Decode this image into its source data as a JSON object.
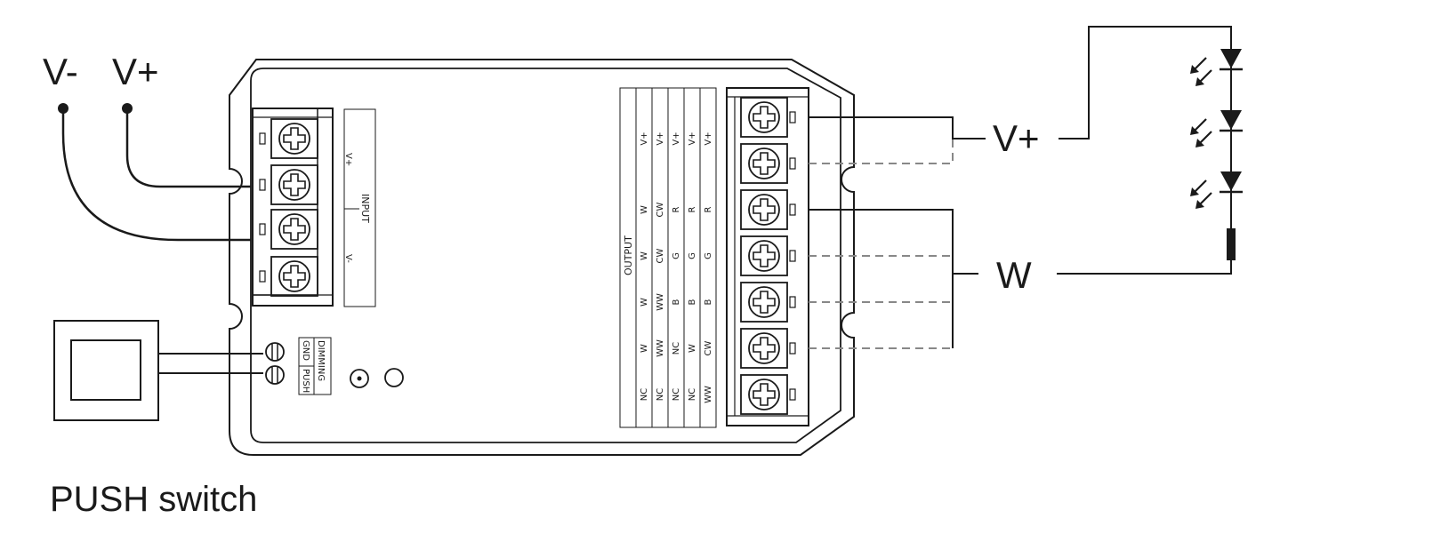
{
  "supply": {
    "v_minus_label": "V-",
    "v_plus_label": "V+"
  },
  "input_panel": {
    "title": "INPUT",
    "v_plus": "V+",
    "v_minus": "V-"
  },
  "switch_panel": {
    "dimming": "DIMMING",
    "gnd": "GND",
    "push": "PUSH"
  },
  "output_panel": {
    "title": "OUTPUT",
    "columns": [
      [
        "V+",
        "W",
        "W",
        "W",
        "W",
        "NC"
      ],
      [
        "V+",
        "CW",
        "CW",
        "WW",
        "WW",
        "NC"
      ],
      [
        "V+",
        "R",
        "G",
        "B",
        "NC",
        "NC"
      ],
      [
        "V+",
        "R",
        "G",
        "B",
        "W",
        "NC"
      ],
      [
        "V+",
        "R",
        "G",
        "B",
        "CW",
        "WW"
      ]
    ]
  },
  "load": {
    "v_plus_label": "V+",
    "w_label": "W"
  },
  "caption": "PUSH switch"
}
